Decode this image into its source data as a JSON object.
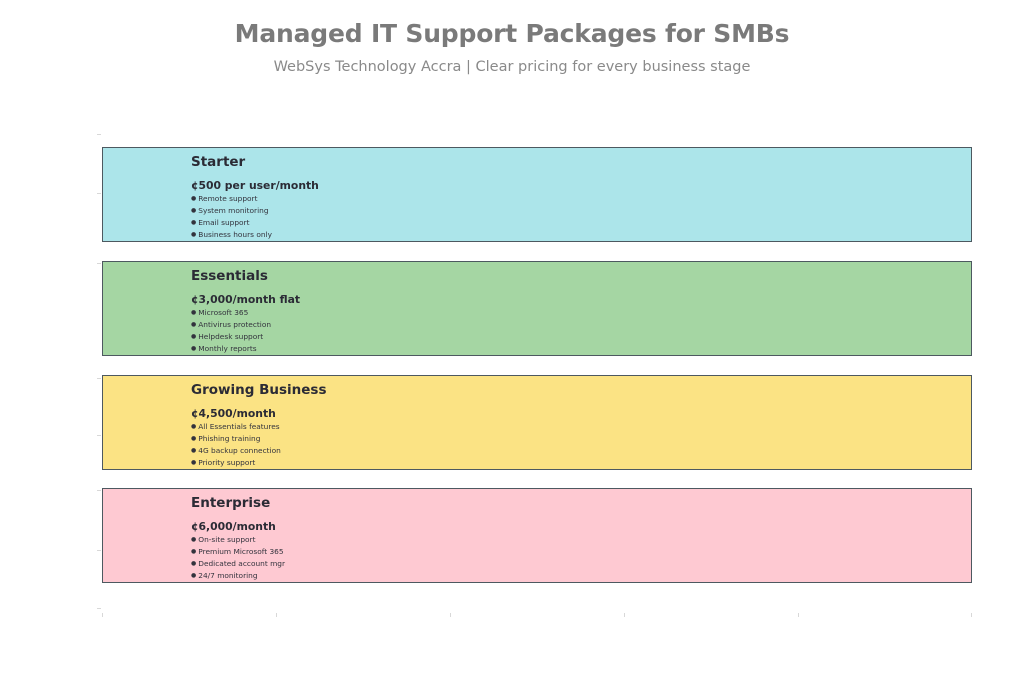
{
  "header": {
    "title": "Managed IT Support Packages for SMBs",
    "subtitle": "WebSys Technology Accra | Clear pricing for every business stage"
  },
  "chart_data": {
    "type": "bar",
    "orientation": "horizontal",
    "title": "Managed IT Support Packages for SMBs",
    "subtitle": "WebSys Technology Accra | Clear pricing for every business stage",
    "xlabel": "",
    "ylabel": "",
    "grid": false,
    "legend": false,
    "axis_tick_labels": false,
    "categories": [
      "Starter",
      "Essentials",
      "Growing Business",
      "Enterprise"
    ],
    "values": [
      100,
      100,
      100,
      100
    ],
    "colors": [
      "#ace5ea",
      "#a5d6a3",
      "#fbe384",
      "#fec9d2"
    ],
    "bar_edge_color": "#4d5960",
    "series": [
      {
        "name": "Starter",
        "value": 100,
        "color": "#ace5ea",
        "price": "¢500 per user/month",
        "features": [
          "Remote support",
          "System monitoring",
          "Email support",
          "Business hours only"
        ]
      },
      {
        "name": "Essentials",
        "value": 100,
        "color": "#a5d6a3",
        "price": "¢3,000/month flat",
        "features": [
          "Microsoft 365",
          "Antivirus protection",
          "Helpdesk support",
          "Monthly reports"
        ]
      },
      {
        "name": "Growing Business",
        "value": 100,
        "color": "#fbe384",
        "price": "¢4,500/month",
        "features": [
          "All Essentials features",
          "Phishing training",
          "4G backup connection",
          "Priority support"
        ]
      },
      {
        "name": "Enterprise",
        "value": 100,
        "color": "#fec9d2",
        "price": "¢6,000/month",
        "features": [
          "On-site support",
          "Premium Microsoft 365",
          "Dedicated account mgr",
          "24/7 monitoring"
        ]
      }
    ]
  },
  "bullet_glyph": "●"
}
